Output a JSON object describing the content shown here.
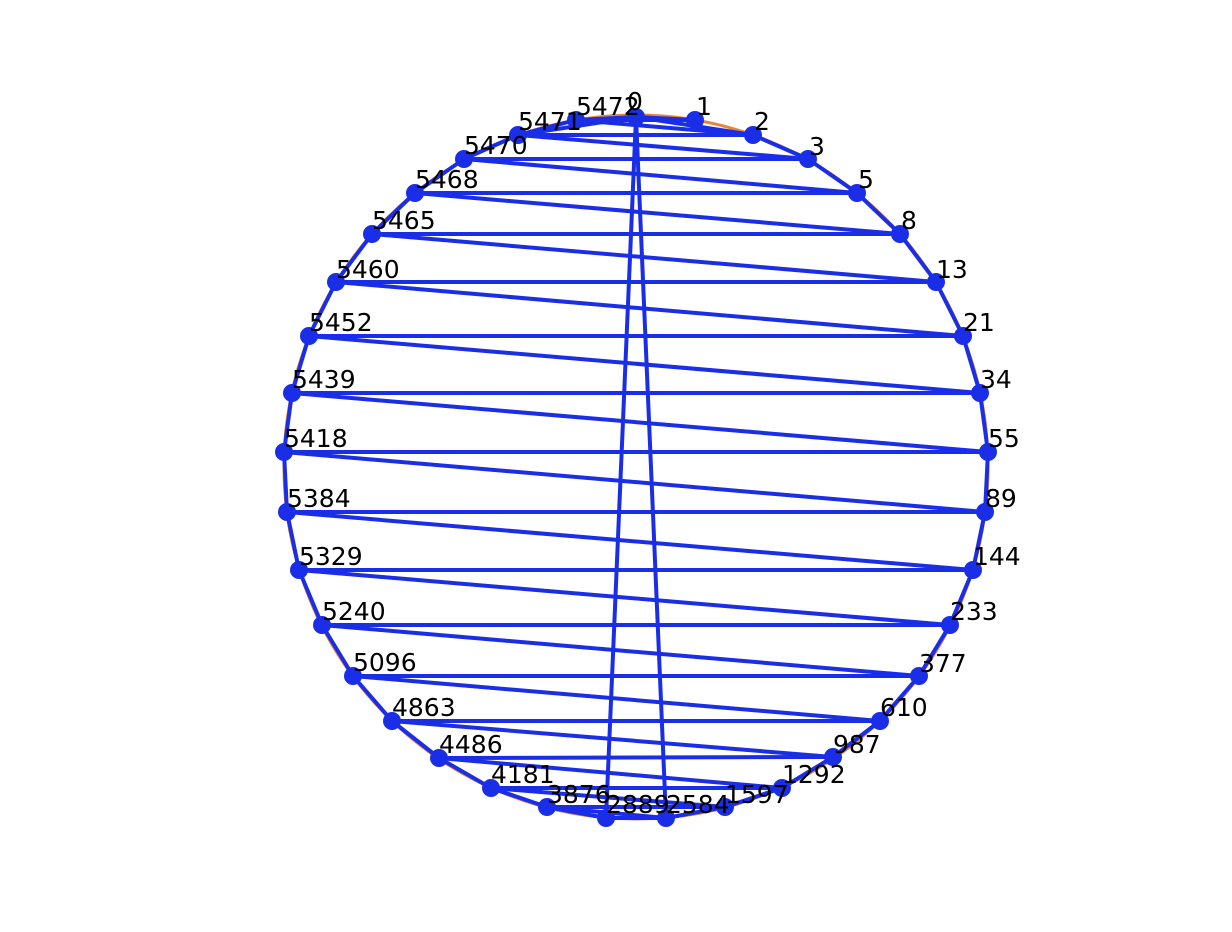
{
  "colors": {
    "background": "#ffffff",
    "edge": "#1a2ee8",
    "node": "#1a2ee8",
    "outline": "#e8853a",
    "label": "#000000"
  },
  "nodes": [
    {
      "id": "n0",
      "label": "0"
    },
    {
      "id": "n1",
      "label": "1"
    },
    {
      "id": "n2",
      "label": "2"
    },
    {
      "id": "n3",
      "label": "3"
    },
    {
      "id": "n5",
      "label": "5"
    },
    {
      "id": "n8",
      "label": "8"
    },
    {
      "id": "n13",
      "label": "13"
    },
    {
      "id": "n21",
      "label": "21"
    },
    {
      "id": "n34",
      "label": "34"
    },
    {
      "id": "n55",
      "label": "55"
    },
    {
      "id": "n89",
      "label": "89"
    },
    {
      "id": "n144",
      "label": "144"
    },
    {
      "id": "n233",
      "label": "233"
    },
    {
      "id": "n377",
      "label": "377"
    },
    {
      "id": "n610",
      "label": "610"
    },
    {
      "id": "n987",
      "label": "987"
    },
    {
      "id": "n1292",
      "label": "1292"
    },
    {
      "id": "n1597",
      "label": "1597"
    },
    {
      "id": "n2584",
      "label": "2584"
    },
    {
      "id": "n2889",
      "label": "2889"
    },
    {
      "id": "n3876",
      "label": "3876"
    },
    {
      "id": "n4181",
      "label": "4181"
    },
    {
      "id": "n4486",
      "label": "4486"
    },
    {
      "id": "n4863",
      "label": "4863"
    },
    {
      "id": "n5096",
      "label": "5096"
    },
    {
      "id": "n5240",
      "label": "5240"
    },
    {
      "id": "n5329",
      "label": "5329"
    },
    {
      "id": "n5384",
      "label": "5384"
    },
    {
      "id": "n5418",
      "label": "5418"
    },
    {
      "id": "n5439",
      "label": "5439"
    },
    {
      "id": "n5452",
      "label": "5452"
    },
    {
      "id": "n5460",
      "label": "5460"
    },
    {
      "id": "n5465",
      "label": "5465"
    },
    {
      "id": "n5468",
      "label": "5468"
    },
    {
      "id": "n5470",
      "label": "5470"
    },
    {
      "id": "n5471",
      "label": "5471"
    },
    {
      "id": "n5472",
      "label": "5472"
    }
  ],
  "edges": [
    [
      "n0",
      "n2889"
    ],
    [
      "n0",
      "n2584"
    ],
    [
      "n0",
      "n5471"
    ],
    [
      "n0",
      "n1"
    ],
    [
      "n1",
      "n5472"
    ],
    [
      "n5472",
      "n2"
    ],
    [
      "n2",
      "n5471"
    ],
    [
      "n5471",
      "n3"
    ],
    [
      "n3",
      "n5470"
    ],
    [
      "n5470",
      "n5"
    ],
    [
      "n5",
      "n5468"
    ],
    [
      "n5468",
      "n8"
    ],
    [
      "n8",
      "n5465"
    ],
    [
      "n5465",
      "n13"
    ],
    [
      "n13",
      "n5460"
    ],
    [
      "n5460",
      "n21"
    ],
    [
      "n21",
      "n5452"
    ],
    [
      "n5452",
      "n34"
    ],
    [
      "n34",
      "n5439"
    ],
    [
      "n5439",
      "n55"
    ],
    [
      "n55",
      "n5418"
    ],
    [
      "n5418",
      "n89"
    ],
    [
      "n89",
      "n5384"
    ],
    [
      "n5384",
      "n144"
    ],
    [
      "n144",
      "n5329"
    ],
    [
      "n5329",
      "n233"
    ],
    [
      "n233",
      "n5240"
    ],
    [
      "n5240",
      "n377"
    ],
    [
      "n377",
      "n5096"
    ],
    [
      "n5096",
      "n610"
    ],
    [
      "n610",
      "n4863"
    ],
    [
      "n4863",
      "n987"
    ],
    [
      "n987",
      "n4486"
    ],
    [
      "n4486",
      "n1292"
    ],
    [
      "n1292",
      "n4181"
    ],
    [
      "n4181",
      "n1597"
    ],
    [
      "n1597",
      "n3876"
    ],
    [
      "n3876",
      "n2584"
    ],
    [
      "n2584",
      "n2889"
    ],
    [
      "n0",
      "n2"
    ],
    [
      "n2",
      "n3"
    ],
    [
      "n3",
      "n5"
    ],
    [
      "n5",
      "n8"
    ],
    [
      "n8",
      "n13"
    ],
    [
      "n13",
      "n21"
    ],
    [
      "n21",
      "n34"
    ],
    [
      "n34",
      "n55"
    ],
    [
      "n55",
      "n89"
    ],
    [
      "n89",
      "n144"
    ],
    [
      "n144",
      "n233"
    ],
    [
      "n233",
      "n377"
    ],
    [
      "n377",
      "n610"
    ],
    [
      "n610",
      "n987"
    ],
    [
      "n987",
      "n1292"
    ],
    [
      "n1292",
      "n1597"
    ],
    [
      "n1597",
      "n2584"
    ],
    [
      "n2889",
      "n3876"
    ],
    [
      "n3876",
      "n4181"
    ],
    [
      "n4181",
      "n4486"
    ],
    [
      "n4486",
      "n4863"
    ],
    [
      "n4863",
      "n5096"
    ],
    [
      "n5096",
      "n5240"
    ],
    [
      "n5240",
      "n5329"
    ],
    [
      "n5329",
      "n5384"
    ],
    [
      "n5384",
      "n5418"
    ],
    [
      "n5418",
      "n5439"
    ],
    [
      "n5439",
      "n5452"
    ],
    [
      "n5452",
      "n5460"
    ],
    [
      "n5460",
      "n5465"
    ],
    [
      "n5465",
      "n5468"
    ],
    [
      "n5468",
      "n5470"
    ],
    [
      "n5470",
      "n5471"
    ],
    [
      "n5471",
      "n5472"
    ],
    [
      "n5472",
      "n0"
    ]
  ]
}
